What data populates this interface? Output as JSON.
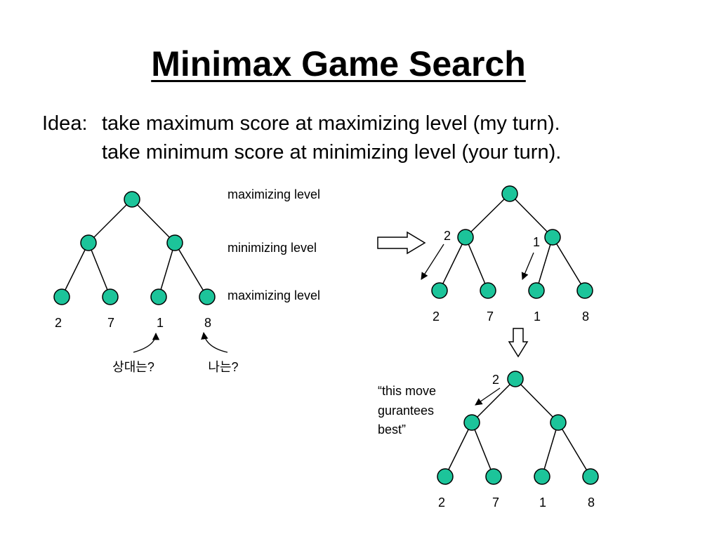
{
  "title": "Minimax Game Search",
  "idea": {
    "prefix": "Idea:",
    "line1": "take maximum score at maximizing level (my turn).",
    "line2": "take minimum score at minimizing level (your turn)."
  },
  "level_labels": [
    "maximizing level",
    "minimizing level",
    "maximizing level"
  ],
  "leaf_values": [
    "2",
    "7",
    "1",
    "8"
  ],
  "min_values": [
    "2",
    "1"
  ],
  "root_value": "2",
  "questions": [
    "상대는?",
    "나는?"
  ],
  "note_lines": [
    "“this move",
    "gurantees",
    "best”"
  ],
  "colors": {
    "node_fill": "#1cc49a",
    "stroke": "#000000"
  }
}
